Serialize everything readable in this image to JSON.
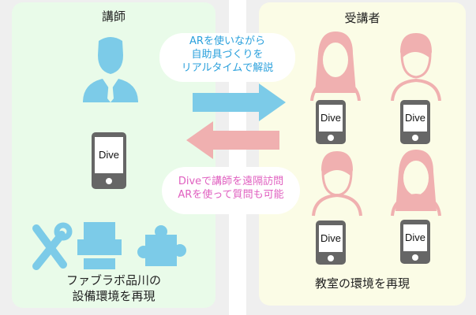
{
  "left": {
    "title": "講師",
    "phone_label": "Dive",
    "caption_line1": "ファブラボ品川の",
    "caption_line2": "設備環境を再現"
  },
  "right": {
    "title": "受講者",
    "phone_labels": [
      "Dive",
      "Dive",
      "Dive",
      "Dive"
    ],
    "caption": "教室の環境を再現"
  },
  "bubble_top": {
    "line1": "ARを使いながら",
    "line2": "自助具づくりを",
    "line3": "リアルタイムで解説"
  },
  "bubble_bottom": {
    "line1": "Diveで講師を遠隔訪問",
    "line2": "ARを使って質問も可能"
  },
  "colors": {
    "blue": "#7ccbe8",
    "pink": "#f0b0b0",
    "bubble_blue": "#2aa0dc",
    "bubble_pink": "#e060c0"
  }
}
